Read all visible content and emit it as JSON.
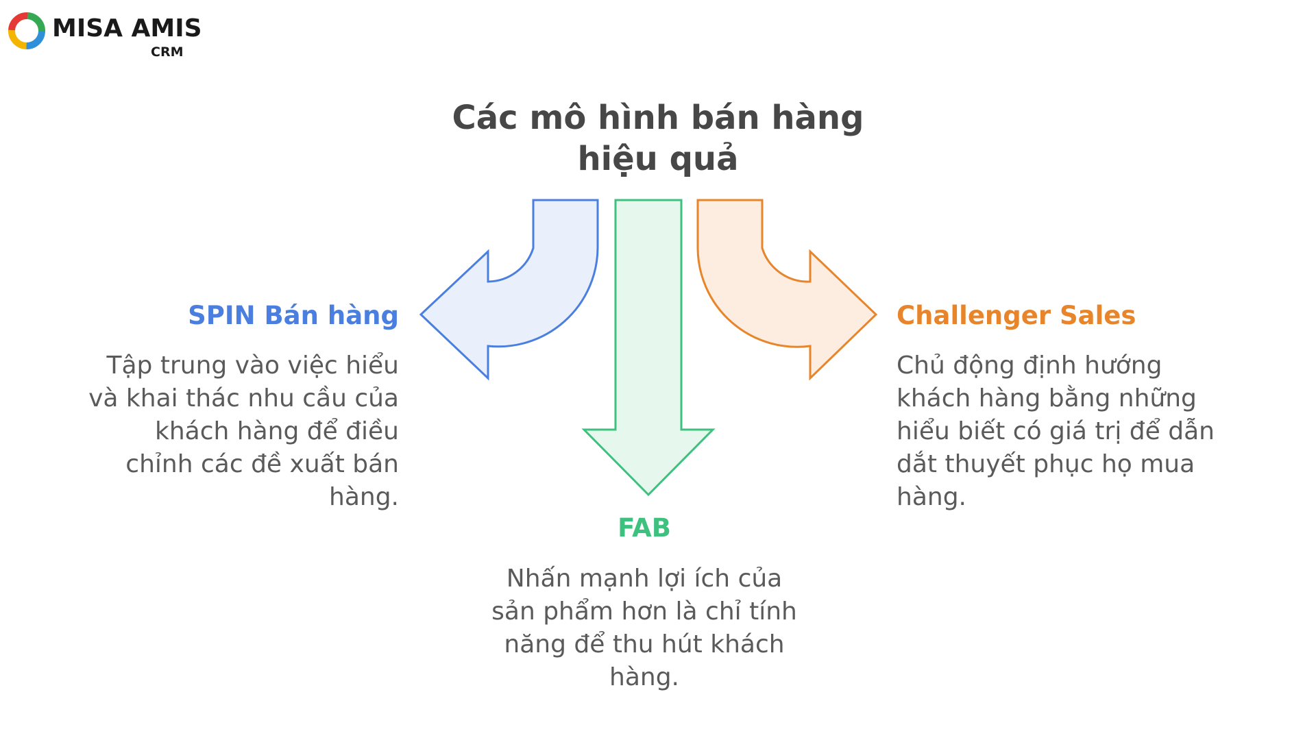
{
  "logo": {
    "name": "MISA AMIS",
    "sub": "CRM"
  },
  "title": {
    "line1": "Các mô hình bán hàng",
    "line2": "hiệu quả"
  },
  "colors": {
    "spin": "#4A7FE0",
    "spin_fill": "#E9F0FC",
    "fab": "#3EC07E",
    "fab_fill": "#E6F7EE",
    "challenger": "#E8852A",
    "challenger_fill": "#FDEDE0",
    "title": "#474747",
    "body_text": "#5A5A5A"
  },
  "models": {
    "spin": {
      "heading": "SPIN Bán hàng",
      "lines": [
        "Tập trung vào việc hiểu",
        "và khai thác nhu cầu của",
        "khách hàng để điều",
        "chỉnh các đề xuất bán",
        "hàng."
      ]
    },
    "fab": {
      "heading": "FAB",
      "lines": [
        "Nhấn mạnh lợi ích của",
        "sản phẩm hơn là chỉ tính",
        "năng để thu hút khách",
        "hàng."
      ]
    },
    "challenger": {
      "heading": "Challenger Sales",
      "lines": [
        "Chủ động định hướng",
        "khách hàng bằng những",
        "hiểu biết có giá trị để dẫn",
        "dắt thuyết phục họ mua",
        "hàng."
      ]
    }
  }
}
